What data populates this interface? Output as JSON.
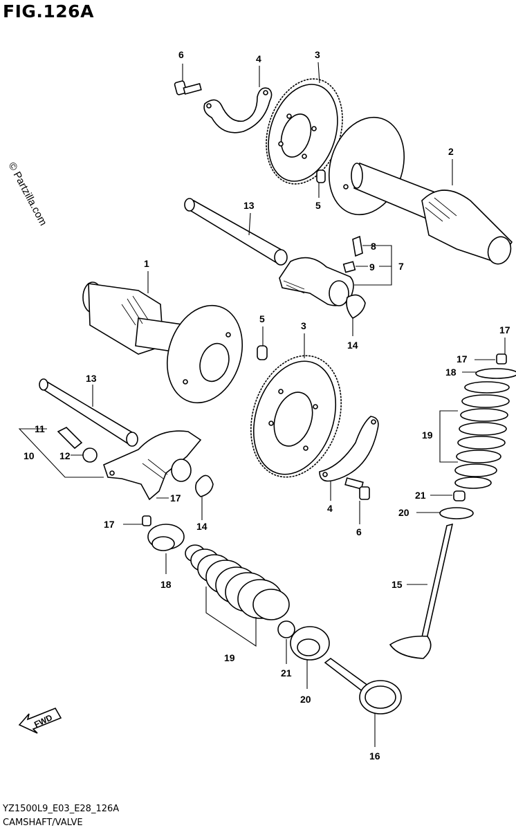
{
  "figure": {
    "title": "FIG.126A",
    "code": "YZ1500L9_E03_E28_126A",
    "caption": "CAMSHAFT/VALVE"
  },
  "watermark": {
    "text": "© Partzilla.com"
  },
  "fwd_arrow": {
    "label": "FWD"
  },
  "callouts": [
    "6",
    "4",
    "3",
    "2",
    "5",
    "13",
    "8",
    "9",
    "7",
    "1",
    "14",
    "5",
    "3",
    "17",
    "17",
    "18",
    "19",
    "13",
    "11",
    "10",
    "12",
    "21",
    "20",
    "17",
    "17",
    "14",
    "4",
    "6",
    "18",
    "15",
    "19",
    "21",
    "20",
    "16"
  ]
}
